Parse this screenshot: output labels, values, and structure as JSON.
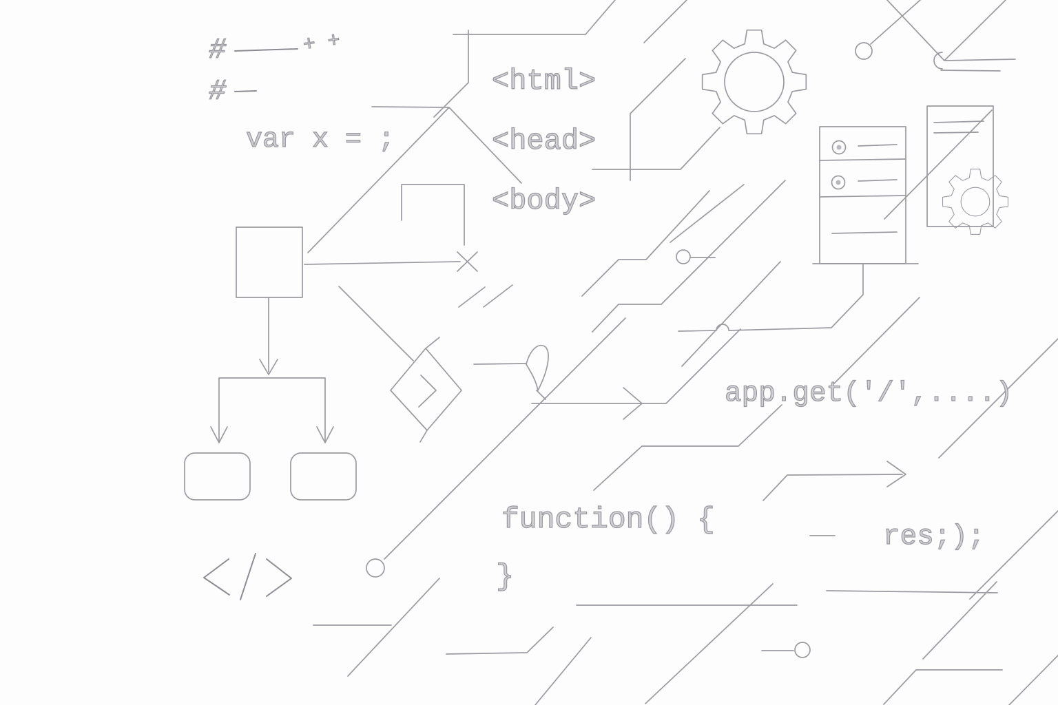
{
  "colors": {
    "background": "#fdfdfe",
    "stroke": "#9a9aa0",
    "stroke_soft": "#b2b2b8",
    "text_fill": "#d0d0d5",
    "text_outline": "#97979d"
  },
  "code_snippets": {
    "hash_1": "#",
    "hash_2": "#",
    "plus_marks": "+ +",
    "var_statement": "var x = ;",
    "tag_html": "<html>",
    "tag_head": "<head>",
    "tag_body": "<body>",
    "route_call": "app.get('/',....)",
    "function_open": "function() {",
    "function_close": "}",
    "response_fragment": "res;);"
  },
  "icons": {
    "gear_large": "gear-icon",
    "gear_small": "gear-icon",
    "server_rack": "server-rack-icon",
    "document_panel": "document-icon",
    "code_tag": "code-tag-icon </>",
    "decision_diamond": "diamond-icon",
    "flowchart": "flowchart-tree-icon",
    "connector_nodes": "circle-node-icon"
  }
}
